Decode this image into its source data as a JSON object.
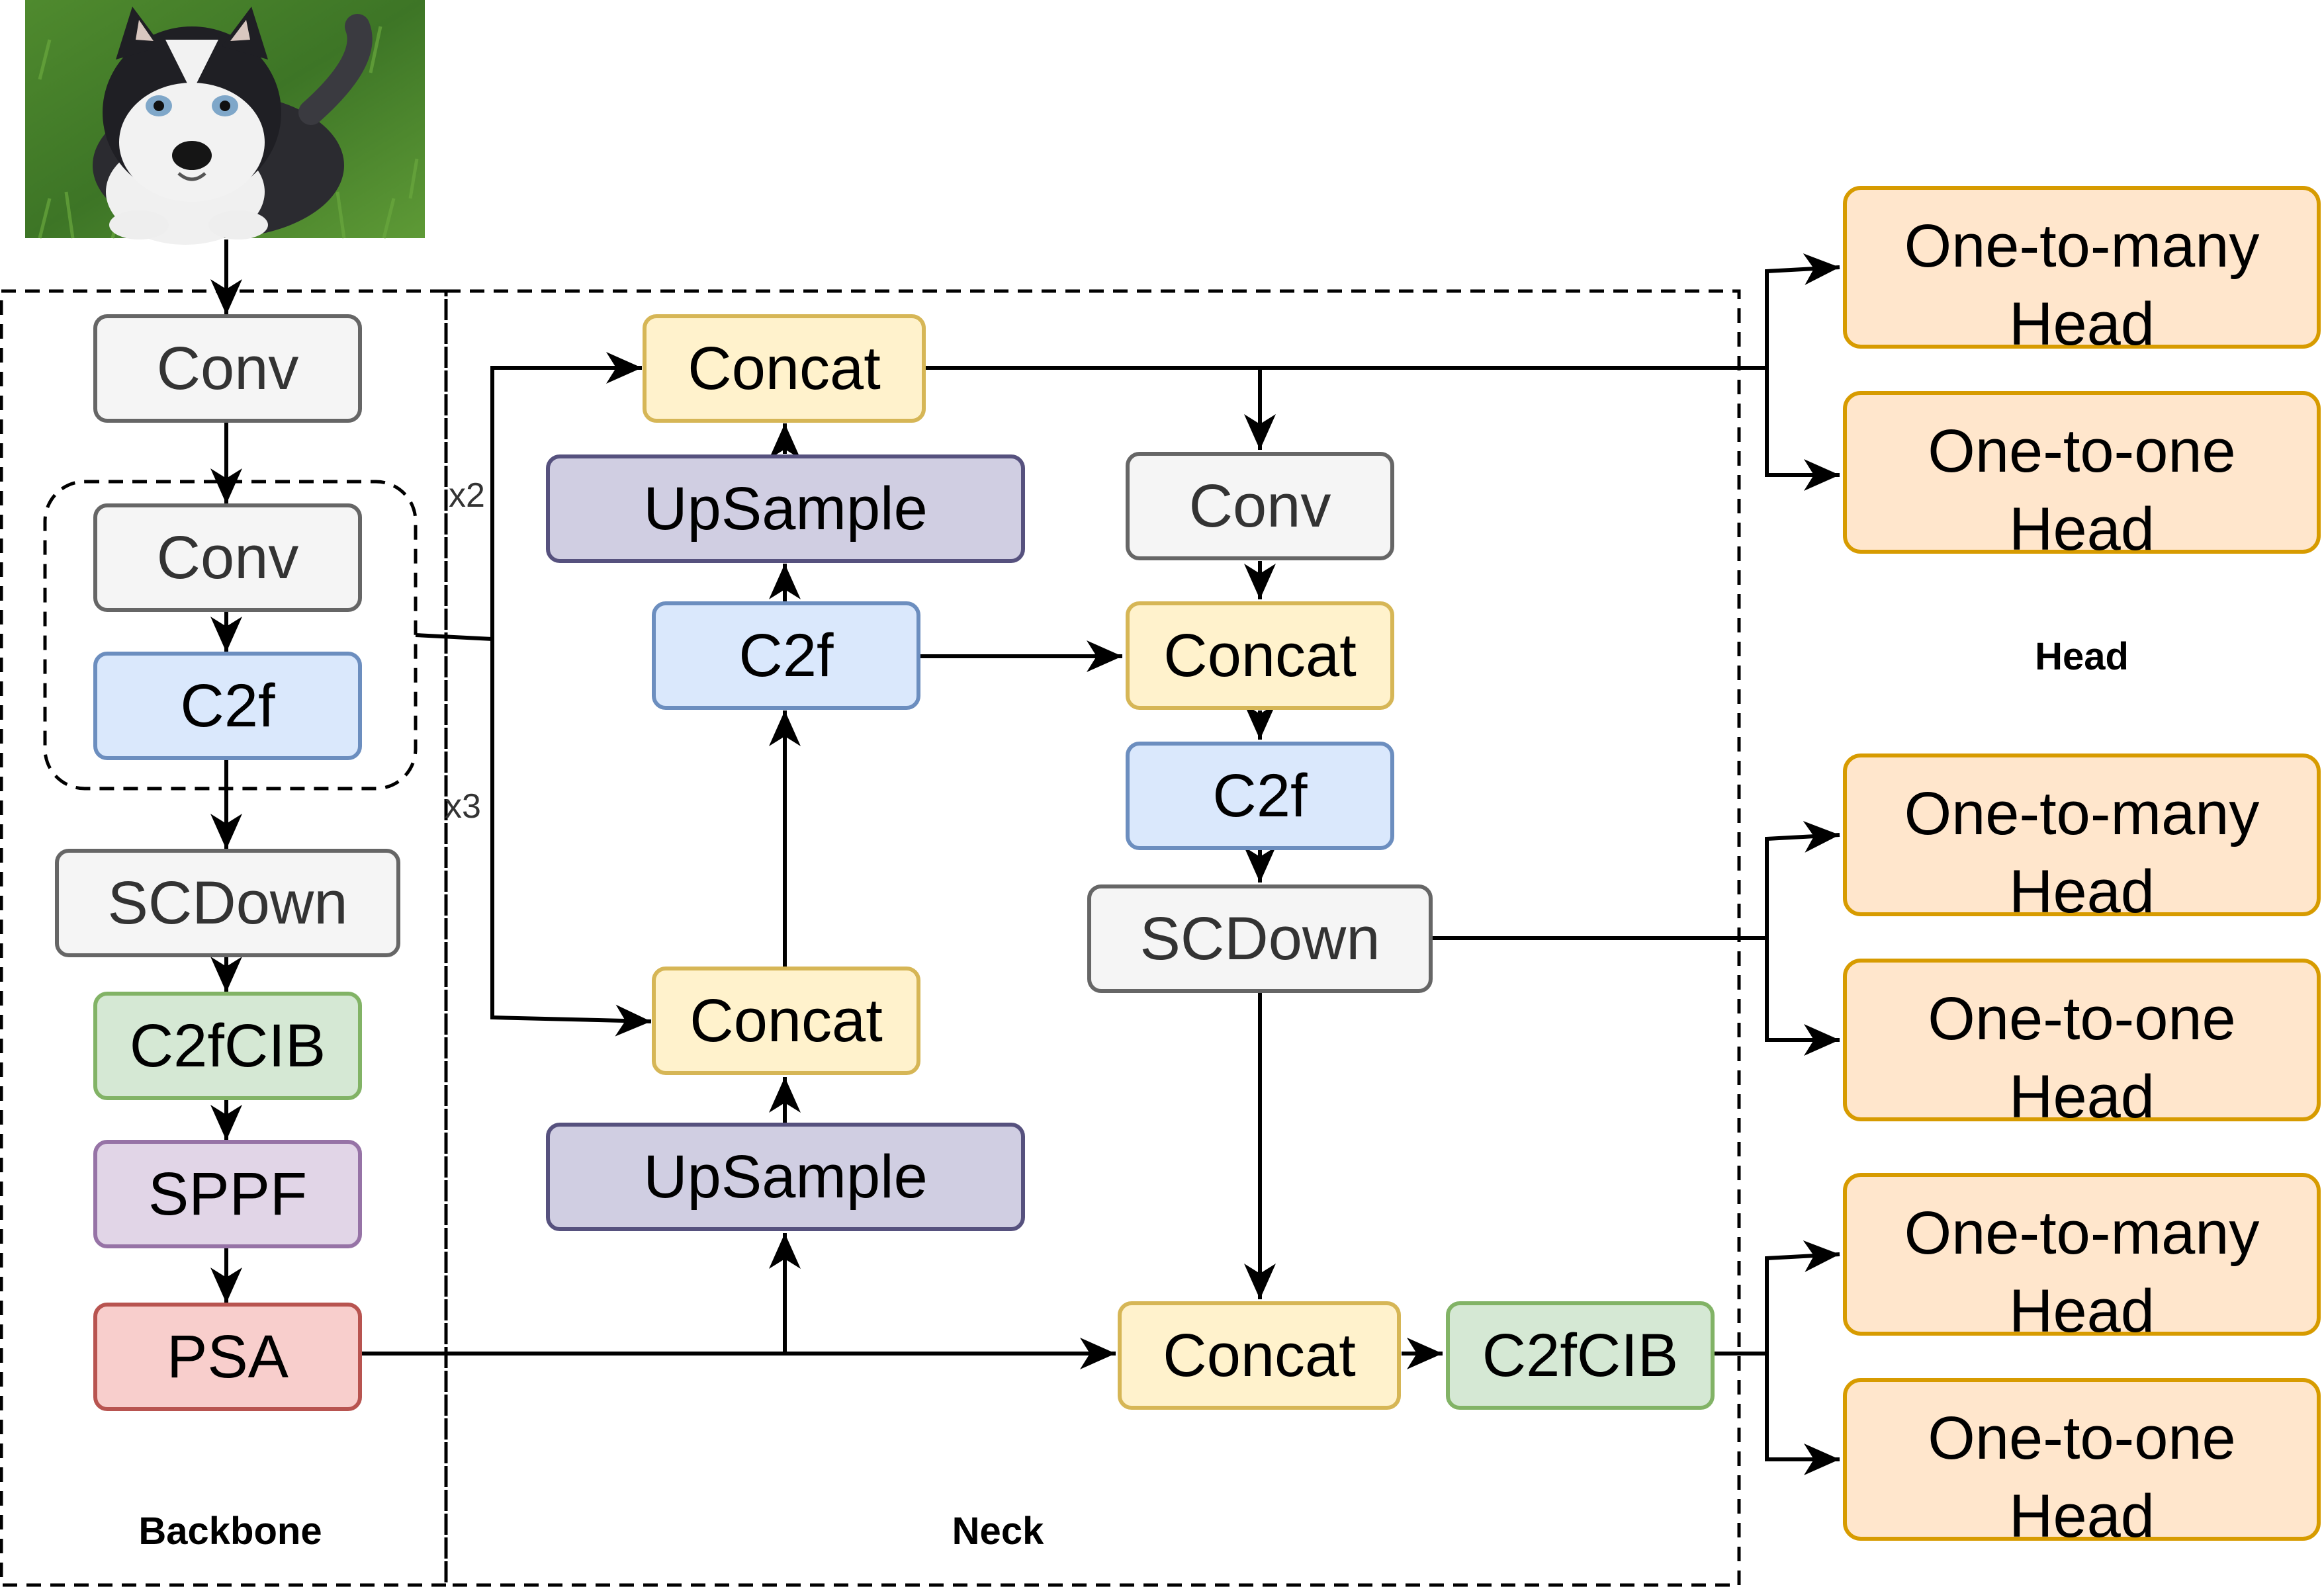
{
  "colors": {
    "gray": {
      "fill": "#f5f5f5",
      "stroke": "#666666",
      "text": "#333333"
    },
    "blue": {
      "fill": "#dae8fc",
      "stroke": "#6c8ebf",
      "text": "#000000"
    },
    "green": {
      "fill": "#d5e8d4",
      "stroke": "#82b366",
      "text": "#000000"
    },
    "purple": {
      "fill": "#e1d5e7",
      "stroke": "#9673a6",
      "text": "#000000"
    },
    "red": {
      "fill": "#f8cecc",
      "stroke": "#b85450",
      "text": "#000000"
    },
    "yellow": {
      "fill": "#fff2cc",
      "stroke": "#d6b656",
      "text": "#000000"
    },
    "indigo": {
      "fill": "#d0cee2",
      "stroke": "#56517e",
      "text": "#000000"
    },
    "orange": {
      "fill": "#ffe6cc",
      "stroke": "#d79b00",
      "text": "#000000"
    }
  },
  "input_image": {
    "subject": "husky-puppy-photo"
  },
  "sections": {
    "backbone": "Backbone",
    "neck": "Neck",
    "head": "Head"
  },
  "repeat_labels": {
    "top": "x2",
    "bottom": "x3"
  },
  "backbone": {
    "conv_1": "Conv",
    "conv_2": "Conv",
    "c2f": "C2f",
    "scdown": "SCDown",
    "c2fcib": "C2fCIB",
    "sppf": "SPPF",
    "psa": "PSA"
  },
  "neck": {
    "concat_top": "Concat",
    "upsample_top": "UpSample",
    "c2f_left": "C2f",
    "concat_mid_left": "Concat",
    "upsample_bottom": "UpSample",
    "conv_right": "Conv",
    "concat_right": "Concat",
    "c2f_right": "C2f",
    "scdown_right": "SCDown",
    "concat_bottom": "Concat",
    "c2fcib_bottom": "C2fCIB"
  },
  "heads": [
    {
      "one_to_many": [
        "One-to-many",
        "Head"
      ],
      "one_to_one": [
        "One-to-one",
        "Head"
      ]
    },
    {
      "one_to_many": [
        "One-to-many",
        "Head"
      ],
      "one_to_one": [
        "One-to-one",
        "Head"
      ]
    },
    {
      "one_to_many": [
        "One-to-many",
        "Head"
      ],
      "one_to_one": [
        "One-to-one",
        "Head"
      ]
    }
  ]
}
